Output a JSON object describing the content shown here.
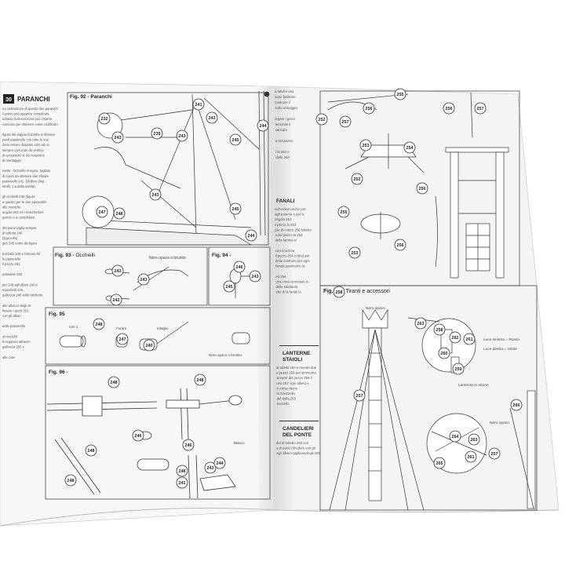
{
  "left_page": {
    "page_number": "30",
    "section_title": "PARANCHI",
    "subheading": "Fig. 92 - Paranchi",
    "body_lines": [
      "La costruzione di questo due paranchi",
      "il primo può apparire complicato,",
      "tuttavia la descrizione può chiarire",
      "ciascuna per ottenere come codificato",
      "",
      "figura del doppio bozzello si riferisce",
      "ponti passerelle con tutte le sue",
      "deve essere disposto solo ad un",
      "sempre carrucole da verifica",
      "di accessorio le dei rotazione",
      "di montaggio",
      "",
      "mette - bozzello in legno, tagliato",
      "di modo da ottenere due sfinate",
      "passerelle 241. (Vedere disp.",
      "stralli, 1 a dalla tavola)",
      "",
      "gli occhielli 236 (figura",
      "a quattro per le due passerelle",
      "alle maniche",
      "angolo 232 ed i moschettoni",
      "gancio e a completare",
      "",
      "del piano taglia sempre",
      "di tubetto 240",
      "(figura 95)",
      "giro 245 come da figura",
      "",
      "bozzello 248 e formare fili",
      "le passerelle",
      "il pezzo 281",
      "",
      "passante 250",
      "",
      "per 248 agli alberi 249 e",
      "maschetti 245.",
      "galloccia 246 sulle falchette",
      "",
      "alle attacco degli al-",
      "fissare i pezzi 251",
      "con gli alberi",
      "",
      "delle passerelle",
      "",
      "al modello",
      "le legatura attraver-",
      "galloccia 250 e",
      "",
      "alle cime"
    ]
  },
  "fig93": {
    "label": "Fig. 93 -",
    "title": "Occhielli",
    "note": "Nero opaco o brunito"
  },
  "fig94": {
    "label": "Fig. 94 -"
  },
  "fig95": {
    "label": "Fig. 95",
    "notes": [
      "mm 1",
      "Forare",
      "Intaglio",
      "Nero opaco o brunito"
    ]
  },
  "fig96": {
    "label": "Fig. 96 -",
    "note": "Bianco"
  },
  "fig92_parts": [
    "241",
    "232",
    "243",
    "243",
    "239",
    "243",
    "245",
    "244",
    "247",
    "248",
    "243",
    "245",
    "244"
  ],
  "fig93_parts": [
    "243",
    "243",
    "242"
  ],
  "fig94_parts": [
    "243",
    "245",
    "246"
  ],
  "fig95_parts": [
    "248",
    "247",
    "240"
  ],
  "fig96_parts": [
    "248",
    "248",
    "246",
    "248",
    "246",
    "243",
    "248",
    "241",
    "248",
    "244"
  ],
  "right_page": {
    "col1_lines": [
      "a ridurre una",
      "sono facilitare",
      "costruire il",
      "sotto ormeggio",
      "",
      "legare i ganci",
      "terminati il",
      "caricare",
      "",
      "a rimuovere",
      "",
      "i la 253 e",
      "dalla 253"
    ],
    "sec_fanali": "FANALI",
    "fanali_lines": [
      "sull'ordine anche per",
      "agli esterno e per le",
      "angolo 253",
      "il primo fa 253",
      "per di contro 256 tubetto",
      "a del pezzo la 253",
      "della lamina si",
      "",
      "con una lima",
      "il pezzo 254 (cubo) per",
      "delle costruire per ogni",
      "fanale pavimento la",
      "",
      "ed 256",
      "una cima verniciato in",
      "delle saldatura",
      "che di la fanali la"
    ],
    "sec_lanterne": "LANTERNE",
    "sec_lanterne2": "STAIOLI",
    "lanterne_lines": [
      "ai tubetti 250 e mentre due",
      "e pezzo 259 per simmetria",
      "sempre del pezzo 259 il",
      "una 257 ogni albero e",
      "in cima ottone",
      "la il bozzello",
      "del dalla 253",
      "bozzello"
    ],
    "sec_candeliere": "CANDELIERI",
    "sec_candeliere2": "DEL PONTE",
    "candeliere_lines": [
      "del di tubetto 260 con",
      "a di punti Chiudere con gli",
      "agli albero applicando gli 260"
    ],
    "fig98": {
      "label": "Fig. 98 -",
      "title": "Tiranti e accessori"
    },
    "fig98_notes": [
      "Nero opaco",
      "Luce sinistra = Rosso",
      "Luce destra = Verde",
      "Lanterne in ottone",
      "Nero opaco"
    ],
    "fig97_parts": [
      "252",
      "257",
      "256",
      "255",
      "252",
      "253",
      "254",
      "255",
      "253",
      "256",
      "250",
      "256",
      "257"
    ],
    "fig98_parts": [
      "258",
      "257",
      "263",
      "262",
      "261",
      "260",
      "259",
      "258",
      "266",
      "264",
      "263",
      "265",
      "261",
      "257"
    ]
  }
}
